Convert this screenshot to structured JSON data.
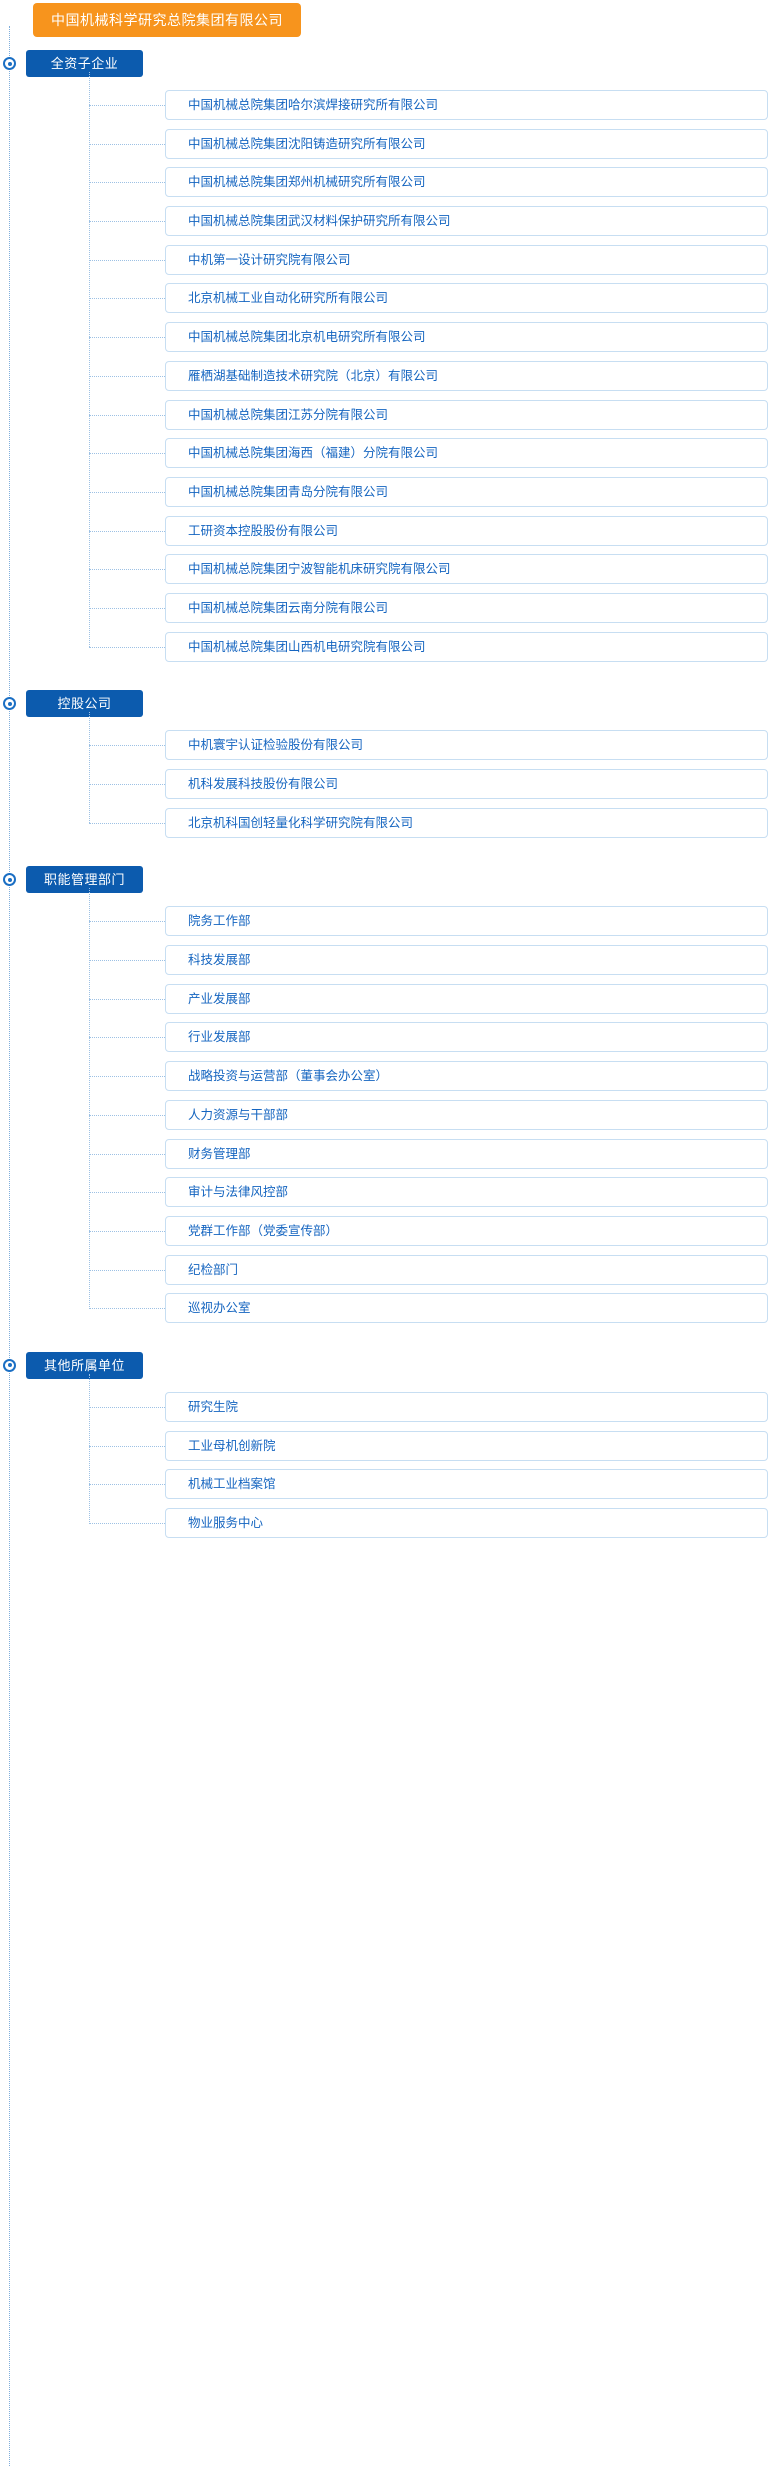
{
  "root": {
    "label": "中国机械科学研究总院集团有限公司",
    "color": "#F7941D"
  },
  "theme": {
    "group_header_color": "#0C5BAE",
    "leaf_text_color": "#1565C0",
    "leaf_border_color": "#C7DEF2",
    "connector_color": "#9DC1E4"
  },
  "groups": [
    {
      "label": "全资子企业",
      "items": [
        {
          "label": "中国机械总院集团哈尔滨焊接研究所有限公司"
        },
        {
          "label": "中国机械总院集团沈阳铸造研究所有限公司"
        },
        {
          "label": "中国机械总院集团郑州机械研究所有限公司"
        },
        {
          "label": "中国机械总院集团武汉材料保护研究所有限公司"
        },
        {
          "label": "中机第一设计研究院有限公司"
        },
        {
          "label": "北京机械工业自动化研究所有限公司"
        },
        {
          "label": "中国机械总院集团北京机电研究所有限公司"
        },
        {
          "label": "雁栖湖基础制造技术研究院（北京）有限公司"
        },
        {
          "label": "中国机械总院集团江苏分院有限公司"
        },
        {
          "label": "中国机械总院集团海西（福建）分院有限公司"
        },
        {
          "label": "中国机械总院集团青岛分院有限公司"
        },
        {
          "label": "工研资本控股股份有限公司"
        },
        {
          "label": "中国机械总院集团宁波智能机床研究院有限公司"
        },
        {
          "label": "中国机械总院集团云南分院有限公司"
        },
        {
          "label": "中国机械总院集团山西机电研究院有限公司"
        }
      ]
    },
    {
      "label": "控股公司",
      "items": [
        {
          "label": "中机寰宇认证检验股份有限公司"
        },
        {
          "label": "机科发展科技股份有限公司"
        },
        {
          "label": "北京机科国创轻量化科学研究院有限公司"
        }
      ]
    },
    {
      "label": "职能管理部门",
      "items": [
        {
          "label": "院务工作部"
        },
        {
          "label": "科技发展部"
        },
        {
          "label": "产业发展部"
        },
        {
          "label": "行业发展部"
        },
        {
          "label": "战略投资与运营部（董事会办公室）"
        },
        {
          "label": "人力资源与干部部"
        },
        {
          "label": "财务管理部"
        },
        {
          "label": "审计与法律风控部"
        },
        {
          "label": "党群工作部（党委宣传部）"
        },
        {
          "label": "纪检部门"
        },
        {
          "label": "巡视办公室"
        }
      ]
    },
    {
      "label": "其他所属单位",
      "items": [
        {
          "label": "研究生院"
        },
        {
          "label": "工业母机创新院"
        },
        {
          "label": "机械工业档案馆"
        },
        {
          "label": "物业服务中心"
        }
      ]
    }
  ]
}
